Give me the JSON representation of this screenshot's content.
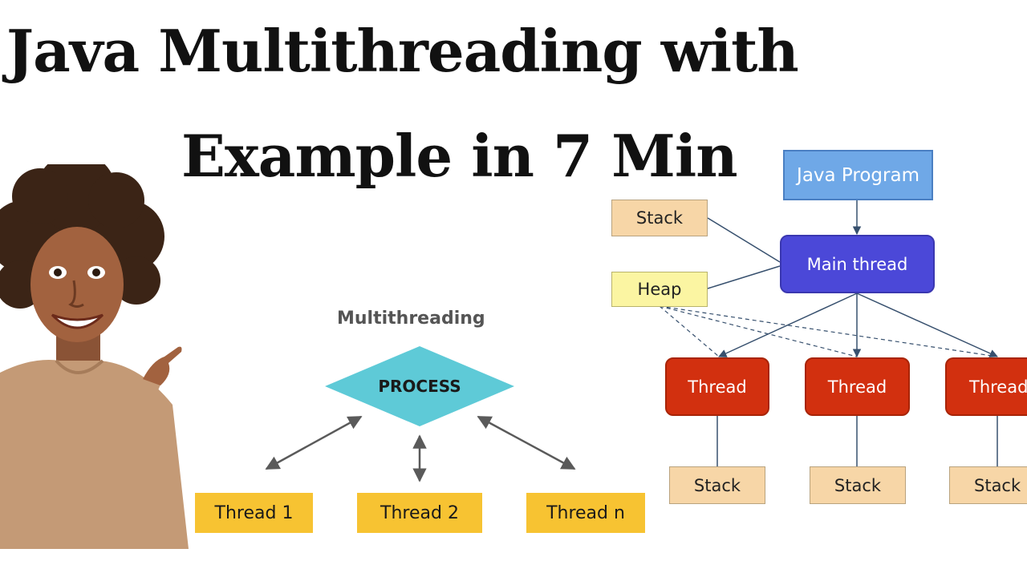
{
  "title": {
    "line1": "Java Multithreading with",
    "line2": "Example in 7 Min"
  },
  "left_diagram": {
    "heading": "Multithreading",
    "process": "PROCESS",
    "threads": [
      "Thread 1",
      "Thread 2",
      "Thread n"
    ]
  },
  "right_diagram": {
    "program": "Java Program",
    "main_thread": "Main thread",
    "stack": "Stack",
    "heap": "Heap",
    "threads": [
      "Thread",
      "Thread",
      "Thread"
    ],
    "thread_stacks": [
      "Stack",
      "Stack",
      "Stack"
    ]
  },
  "colors": {
    "process_diamond": "#5ecad7",
    "thread_yellow": "#f7c332",
    "java_program_blue": "#6fa8e7",
    "main_thread_purple": "#4b48d8",
    "thread_red": "#d2300f",
    "stack_peach": "#f7d6a7",
    "heap_yellow": "#fbf5a2"
  },
  "icons": {
    "person": "smiling-woman-pointing-icon"
  }
}
